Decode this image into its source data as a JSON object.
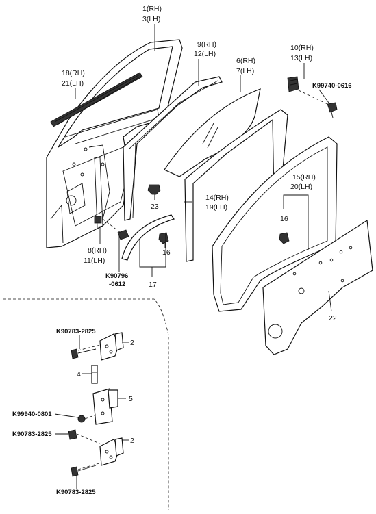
{
  "labels": {
    "p1_rh": "1(RH)",
    "p1_lh": "3(LH)",
    "p18_rh": "18(RH)",
    "p18_lh": "21(LH)",
    "p9_rh": "9(RH)",
    "p9_lh": "12(LH)",
    "p6_rh": "6(RH)",
    "p6_lh": "7(LH)",
    "p10_rh": "10(RH)",
    "p10_lh": "13(LH)",
    "k99740": "K99740-0616",
    "p15_rh": "15(RH)",
    "p15_lh": "20(LH)",
    "p14_rh": "14(RH)",
    "p14_lh": "19(LH)",
    "p23": "23",
    "p16_a": "16",
    "p16_b": "16",
    "p8_rh": "8(RH)",
    "p8_lh": "11(LH)",
    "k90796_a": "K90796",
    "k90796_b": "-0612",
    "p17": "17",
    "p22": "22",
    "k90783_top": "K90783-2825",
    "p2_top": "2",
    "p4": "4",
    "p5": "5",
    "k99940": "K99940-0801",
    "k90783_mid": "K90783-2825",
    "p2_bottom": "2",
    "k90783_bottom": "K90783-2825"
  }
}
